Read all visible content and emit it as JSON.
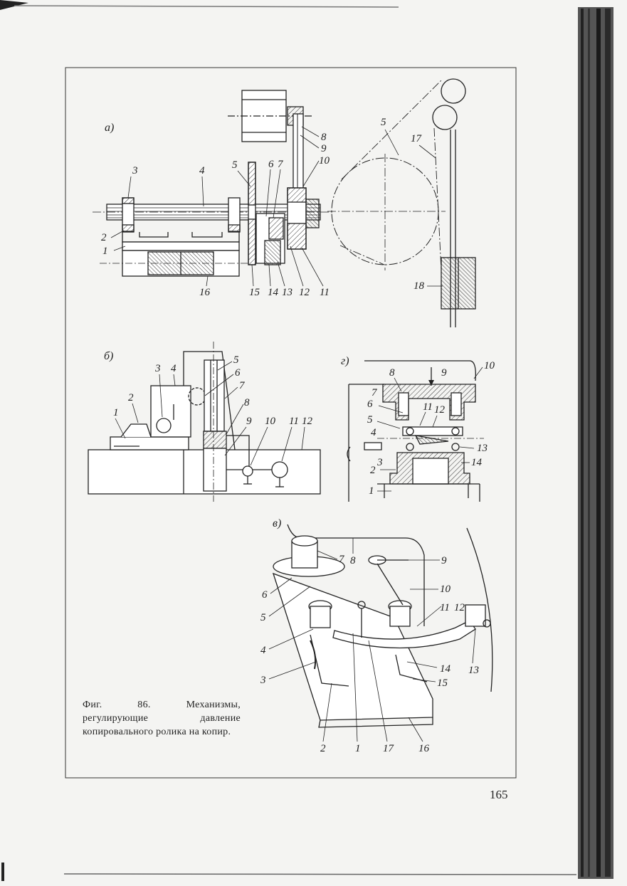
{
  "figure": {
    "panel_a": {
      "letter": "а)",
      "labels": [
        "1",
        "2",
        "3",
        "4",
        "5",
        "6",
        "7",
        "8",
        "9",
        "10",
        "11",
        "12",
        "13",
        "14",
        "15",
        "16",
        "5",
        "17",
        "18"
      ]
    },
    "panel_b": {
      "letter": "б)",
      "labels": [
        "1",
        "2",
        "3",
        "4",
        "5",
        "6",
        "7",
        "8",
        "9",
        "10",
        "11",
        "12"
      ]
    },
    "panel_g": {
      "letter": "г)",
      "labels": [
        "1",
        "2",
        "3",
        "4",
        "5",
        "6",
        "7",
        "8",
        "9",
        "10",
        "11",
        "12",
        "13",
        "14"
      ]
    },
    "panel_v": {
      "letter": "в)",
      "labels": [
        "1",
        "2",
        "3",
        "4",
        "5",
        "6",
        "7",
        "8",
        "9",
        "10",
        "11",
        "12",
        "13",
        "14",
        "15",
        "16",
        "17"
      ]
    }
  },
  "caption": "Фиг. 86. Механизмы, регулирующие давление копировального ролика на копир.",
  "page_number": "165"
}
